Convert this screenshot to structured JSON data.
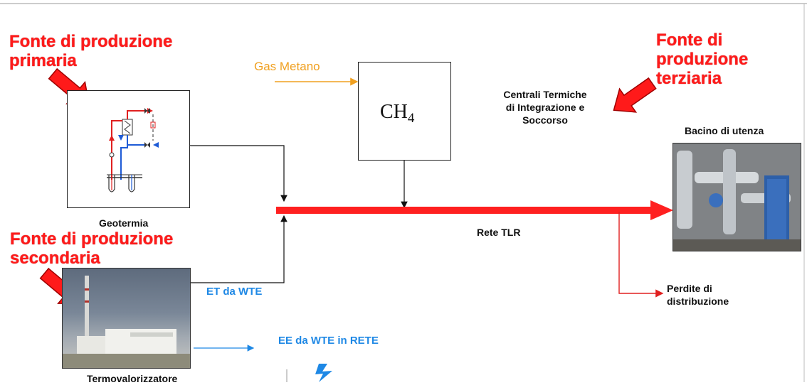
{
  "sources": {
    "primary": "Fonte di produzione\nprimaria",
    "secondary": "Fonte di produzione\nsecondaria",
    "tertiary": "Fonte di\nproduzione\nterziaria"
  },
  "nodes": {
    "geotermia": "Geotermia",
    "termovalorizzatore": "Termovalorizzatore",
    "centrali": "Centrali Termiche\ndi Integrazione e\nSoccorso",
    "bacino": "Bacino di utenza",
    "ch4_main": "CH",
    "ch4_sub": "4"
  },
  "flows": {
    "gas_metano": "Gas Metano",
    "rete_tlr": "Rete TLR",
    "et_da_wte": "ET da WTE",
    "ee_da_wte": "EE da WTE in RETE",
    "perdite": "Perdite di\ndistribuzione"
  },
  "colors": {
    "title_red": "#ff1a1a",
    "network_red": "#ff2020",
    "gas_orange": "#f0a020",
    "blue": "#1e88e5"
  }
}
